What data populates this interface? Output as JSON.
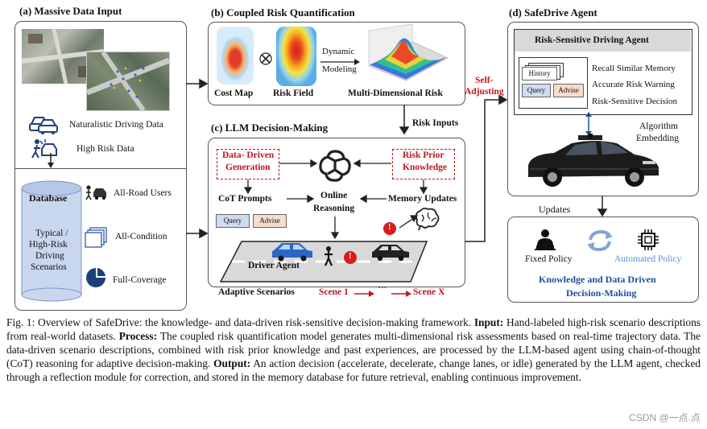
{
  "panels": {
    "a": {
      "title": "(a) Massive Data Input",
      "naturalistic": "Naturalistic Driving Data",
      "highrisk": "High Risk Data",
      "database": "Database",
      "typical": "Typical /",
      "highrisk_driving": "High-Risk",
      "driving": "Driving",
      "scenarios": "Scenarios",
      "all_road_users": "All-Road Users",
      "all_condition": "All-Condition",
      "full_coverage": "Full-Coverage"
    },
    "b": {
      "title": "(b) Coupled Risk Quantification",
      "cost_map": "Cost Map",
      "risk_field": "Risk Field",
      "dynamic": "Dynamic",
      "modeling": "Modeling",
      "multi": "Multi-Dimensional Risk"
    },
    "c": {
      "title": "(c) LLM Decision-Making",
      "data_driven_1": "Data- Driven",
      "data_driven_2": "Generation",
      "risk_prior_1": "Risk Prior",
      "risk_prior_2": "Knowledge",
      "cot": "CoT Prompts",
      "online": "Online",
      "reasoning": "Reasoning",
      "memory": "Memory Updates",
      "query": "Query",
      "advise": "Advise",
      "driver_agent": "Driver Agent",
      "adaptive": "Adaptive Scenarios",
      "scene1": "Scene 1",
      "dots": "···",
      "scenex": "Scene X",
      "warning": "!"
    },
    "d": {
      "title": "(d) SafeDrive Agent",
      "agent_title": "Risk-Sensitive Driving Agent",
      "history": "History",
      "query": "Query",
      "advise": "Advise",
      "recall": "Recall Similar Memory",
      "accurate": "Accurate Risk Warning",
      "decision": "Risk-Sensitive Decision",
      "algorithm": "Algorithm",
      "embedding": "Embedding"
    },
    "e": {
      "updates": "Updates",
      "fixed": "Fixed Policy",
      "automated": "Automated Policy",
      "knowledge": "Knowledge and Data Driven",
      "decision_making": "Decision-Making"
    }
  },
  "arrows": {
    "risk_inputs": "Risk Inputs",
    "self_1": "Self-",
    "self_2": "Adjusting"
  },
  "caption": {
    "fig": "Fig. 1: Overview of SafeDrive: the knowledge- and data-driven risk-sensitive decision-making framework.",
    "input_label": "Input:",
    "input_text": "Hand-labeled high-risk scenario descriptions from real-world datasets.",
    "process_label": "Process:",
    "process_text": "The coupled risk quantification model generates multi-dimensional risk assessments based on real-time trajectory data. The data-driven scenario descriptions, combined with risk prior knowledge and past experiences, are processed by the LLM-based agent using chain-of-thought (CoT) reasoning for adaptive decision-making.",
    "output_label": "Output:",
    "output_text": "An action decision (accelerate, decelerate, change lanes, or idle) generated by the LLM agent, checked through a reflection module for correction, and stored in the memory database for future retrieval, enabling continuous improvement."
  },
  "watermark": "CSDN @一点.点",
  "colors": {
    "accent_red": "#c0161b",
    "blue": "#1f4e9c",
    "light_blue": "#5b8fd6",
    "db_blue": "#c9d7ee"
  }
}
